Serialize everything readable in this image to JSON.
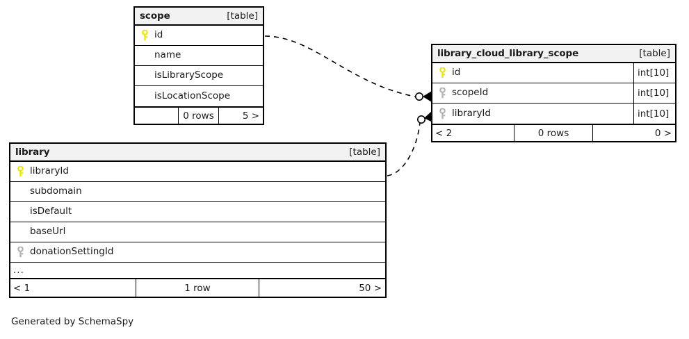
{
  "diagram": {
    "kind_label": "[table]",
    "credit": "Generated by SchemaSpy",
    "colors": {
      "primary_key": "#e8e800",
      "foreign_key": "#b3b3b3",
      "header_bg": "#f2f2f2",
      "border": "#000000",
      "text": "#1a1a1a"
    },
    "tables": [
      {
        "id": "scope",
        "name": "scope",
        "kind": "[table]",
        "columns": [
          {
            "name": "id",
            "key": "primary",
            "type": ""
          },
          {
            "name": "name",
            "key": "none",
            "type": ""
          },
          {
            "name": "isLibraryScope",
            "key": "none",
            "type": ""
          },
          {
            "name": "isLocationScope",
            "key": "none",
            "type": ""
          }
        ],
        "footer": {
          "left": "",
          "mid": "0 rows",
          "right": "5 >"
        }
      },
      {
        "id": "library_cloud_library_scope",
        "name": "library_cloud_library_scope",
        "kind": "[table]",
        "columns": [
          {
            "name": "id",
            "key": "primary",
            "type": "int[10]"
          },
          {
            "name": "scopeId",
            "key": "foreign",
            "type": "int[10]"
          },
          {
            "name": "libraryId",
            "key": "foreign",
            "type": "int[10]"
          }
        ],
        "footer": {
          "left": "< 2",
          "mid": "0 rows",
          "right": "0 >"
        }
      },
      {
        "id": "library",
        "name": "library",
        "kind": "[table]",
        "columns": [
          {
            "name": "libraryId",
            "key": "primary",
            "type": ""
          },
          {
            "name": "subdomain",
            "key": "none",
            "type": ""
          },
          {
            "name": "isDefault",
            "key": "none",
            "type": ""
          },
          {
            "name": "baseUrl",
            "key": "none",
            "type": ""
          },
          {
            "name": "donationSettingId",
            "key": "foreign",
            "type": ""
          }
        ],
        "more_indicator": "...",
        "footer": {
          "left": "< 1",
          "mid": "1 row",
          "right": "50 >"
        }
      }
    ],
    "relationships": [
      {
        "id": "scope-to-lcls",
        "from_table": "scope",
        "from_column": "id",
        "to_table": "library_cloud_library_scope",
        "to_column": "scopeId",
        "style": "dashed",
        "end_marker": "crows-foot-optional"
      },
      {
        "id": "library-to-lcls",
        "from_table": "library",
        "from_column": "libraryId",
        "to_table": "library_cloud_library_scope",
        "to_column": "libraryId",
        "style": "dashed",
        "end_marker": "crows-foot-optional"
      }
    ]
  }
}
